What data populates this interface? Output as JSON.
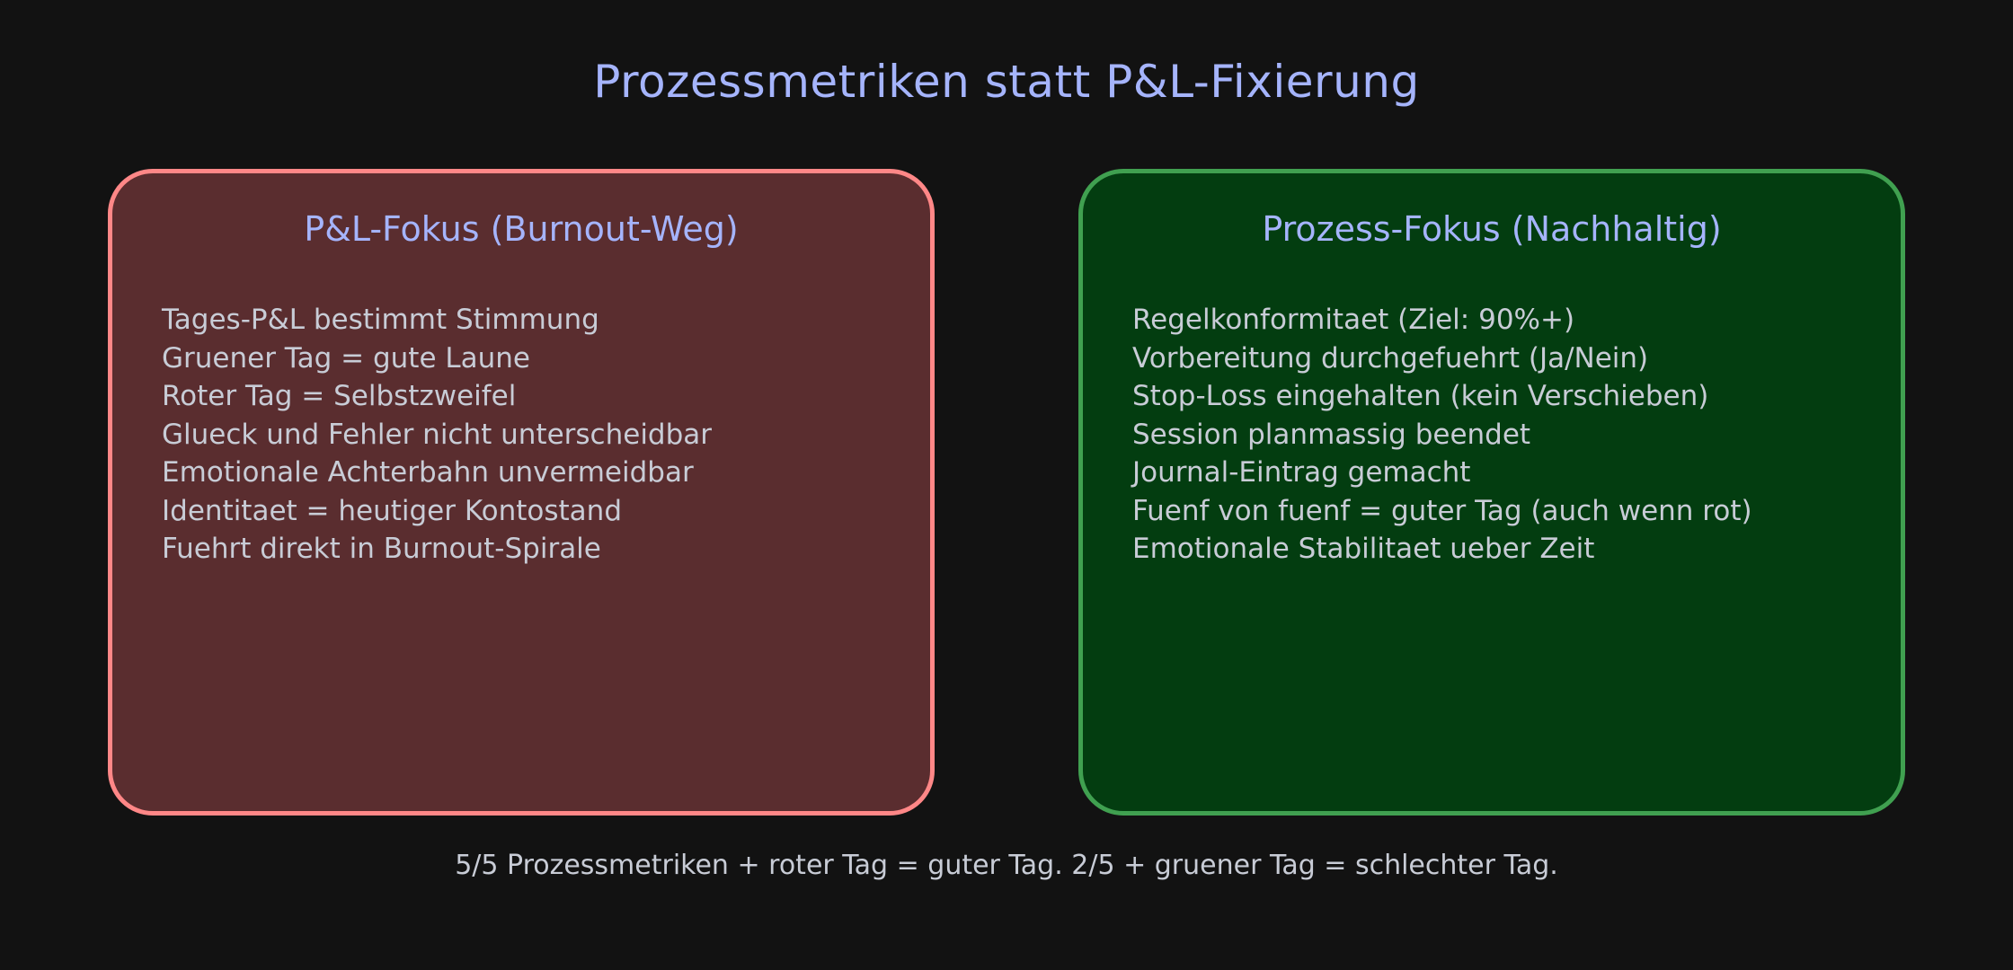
{
  "title": "Prozessmetriken statt P&L-Fixierung",
  "colors": {
    "background": "#121212",
    "title": "#a5b4fc",
    "text": "#c8ccd6",
    "left_fill": "#5a2d2f",
    "left_stroke": "#ff8787",
    "right_fill": "#033d10",
    "right_stroke": "#40a050"
  },
  "left_box": {
    "title": "P&L-Fokus (Burnout-Weg)",
    "items": [
      "Tages-P&L bestimmt Stimmung",
      "Gruener Tag = gute Laune",
      "Roter Tag = Selbstzweifel",
      "Glueck und Fehler nicht unterscheidbar",
      "Emotionale Achterbahn unvermeidbar",
      "Identitaet = heutiger Kontostand",
      "Fuehrt direkt in Burnout-Spirale"
    ]
  },
  "right_box": {
    "title": "Prozess-Fokus (Nachhaltig)",
    "items": [
      "Regelkonformitaet (Ziel: 90%+)",
      "Vorbereitung durchgefuehrt (Ja/Nein)",
      "Stop-Loss eingehalten (kein Verschieben)",
      "Session planmassig beendet",
      "Journal-Eintrag gemacht",
      "Fuenf von fuenf = guter Tag (auch wenn rot)",
      "Emotionale Stabilitaet ueber Zeit"
    ]
  },
  "footer": "5/5 Prozessmetriken + roter Tag = guter Tag. 2/5 + gruener Tag = schlechter Tag."
}
